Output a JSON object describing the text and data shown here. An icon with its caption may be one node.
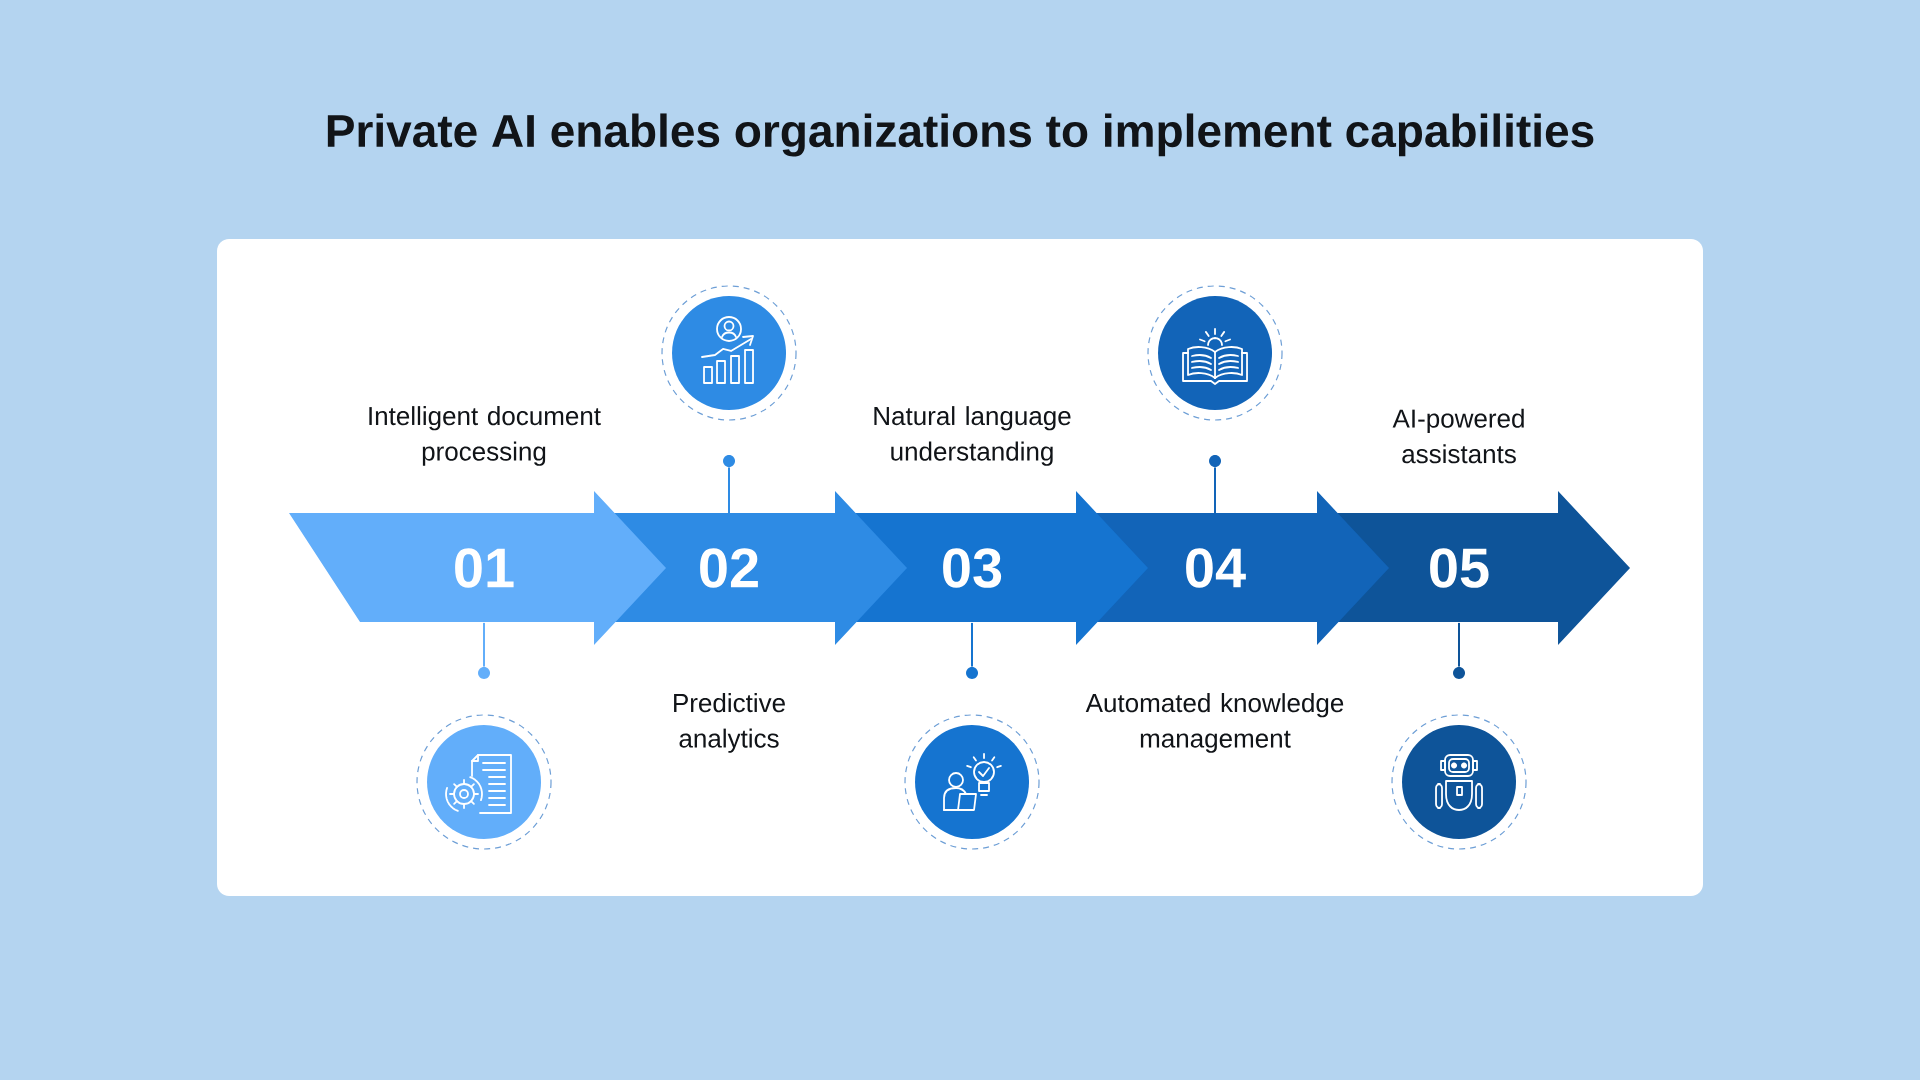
{
  "diagram": {
    "title": "Private AI enables organizations to implement capabilities",
    "nodes": [
      {
        "text": [
          "01"
        ],
        "beside": [
          "Intelligent document processing"
        ]
      },
      {
        "text": [
          "02"
        ],
        "beside": [
          "Predictive analytics"
        ]
      },
      {
        "text": [
          "03"
        ],
        "beside": [
          "Natural language understanding"
        ]
      },
      {
        "text": [
          "04"
        ],
        "beside": [
          "Automated knowledge management"
        ]
      },
      {
        "text": [
          "05"
        ],
        "beside": [
          "AI-powered assistants"
        ]
      },
      {
        "text": [],
        "shape": "circle"
      },
      {
        "text": [],
        "shape": "circle"
      },
      {
        "text": [],
        "shape": "circle"
      },
      {
        "text": [],
        "shape": "circle"
      },
      {
        "text": [],
        "shape": "circle"
      },
      {
        "text": [],
        "shape": "circle"
      },
      {
        "text": [],
        "shape": "circle"
      },
      {
        "text": [],
        "shape": "circle"
      },
      {
        "text": [],
        "shape": "circle"
      },
      {
        "text": [],
        "shape": "circle"
      }
    ],
    "edges": [
      {
        "from": 0,
        "to": 5,
        "arrow": "none",
        "color": "#62aefa"
      },
      {
        "from": 1,
        "to": 6,
        "arrow": "none",
        "color": "#2e8be4"
      },
      {
        "from": 2,
        "to": 7,
        "arrow": "none",
        "color": "#1574d0"
      },
      {
        "from": 3,
        "to": 8,
        "arrow": "none",
        "color": "#1264b8"
      },
      {
        "from": 4,
        "to": 9,
        "arrow": "none",
        "color": "#0e5499"
      }
    ]
  }
}
